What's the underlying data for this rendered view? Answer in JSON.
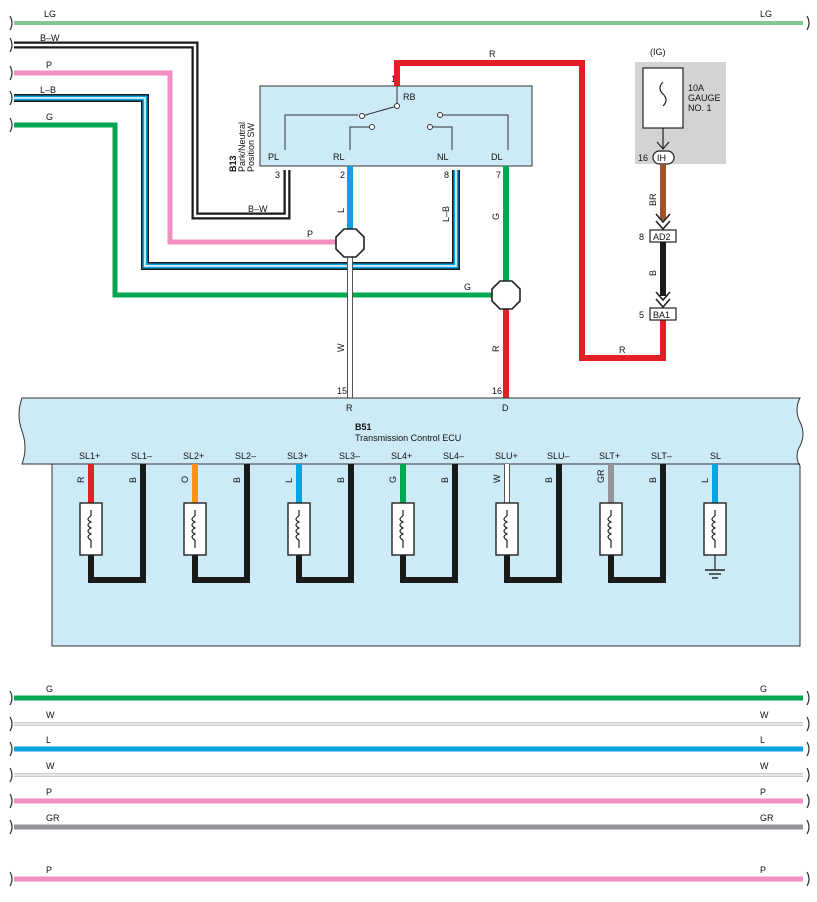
{
  "colors": {
    "LG": "#86c98f",
    "B": "#1a1a1a",
    "W": "#ffffff",
    "P": "#f08fc0",
    "L": "#0aa2e0",
    "G": "#00a650",
    "R": "#e41e26",
    "BR": "#a0522d",
    "O": "#f7941d",
    "GR": "#939598",
    "ecu_fill": "#cdeaf7",
    "fuse_fill": "#d1d3d4"
  },
  "top_wires": {
    "lg": "LG",
    "bw": "B–W",
    "p": "P",
    "lb": "L–B",
    "g": "G"
  },
  "switch": {
    "id": "B13",
    "name_line1": "Park/Neutral",
    "name_line2": "Position SW",
    "pins": {
      "rb": "RB",
      "pl": "PL",
      "rl": "RL",
      "nl": "NL",
      "dl": "DL"
    },
    "pin_numbers": {
      "rb": "1",
      "pl": "3",
      "rl": "2",
      "nl": "8",
      "dl": "7"
    }
  },
  "wire_labels": {
    "r_top": "R",
    "bw_low": "B–W",
    "l_vert": "L",
    "lb_vert": "L–B",
    "g_vert": "G",
    "p_horiz": "P",
    "g_horiz": "G",
    "w_vert": "W",
    "r_vert": "R",
    "br_vert": "BR",
    "b_vert": "B",
    "r_bottom": "R"
  },
  "fuse": {
    "ig": "(IG)",
    "rating": "10A",
    "name_line1": "GAUGE",
    "name_line2": "NO. 1"
  },
  "connectors": {
    "ih_pin": "16",
    "ih": "IH",
    "ad2_pin": "8",
    "ad2": "AD2",
    "ba1_pin": "5",
    "ba1": "BA1"
  },
  "ecu": {
    "id": "B51",
    "name": "Transmission Control ECU",
    "pin_r_num": "15",
    "pin_r": "R",
    "pin_d_num": "16",
    "pin_d": "D",
    "solenoids": [
      {
        "plus": "SL1+",
        "minus": "SL1–",
        "plus_color": "R",
        "minus_color": "B"
      },
      {
        "plus": "SL2+",
        "minus": "SL2–",
        "plus_color": "O",
        "minus_color": "B"
      },
      {
        "plus": "SL3+",
        "minus": "SL3–",
        "plus_color": "L",
        "minus_color": "B"
      },
      {
        "plus": "SL4+",
        "minus": "SL4–",
        "plus_color": "G",
        "minus_color": "B"
      },
      {
        "plus": "SLU+",
        "minus": "SLU–",
        "plus_color": "W",
        "minus_color": "B"
      },
      {
        "plus": "SLT+",
        "minus": "SLT–",
        "plus_color": "GR",
        "minus_color": "B"
      }
    ],
    "sl": {
      "label": "SL",
      "color": "L"
    }
  },
  "bottom_wires": [
    "G",
    "W",
    "L",
    "W",
    "P",
    "GR",
    "P"
  ]
}
